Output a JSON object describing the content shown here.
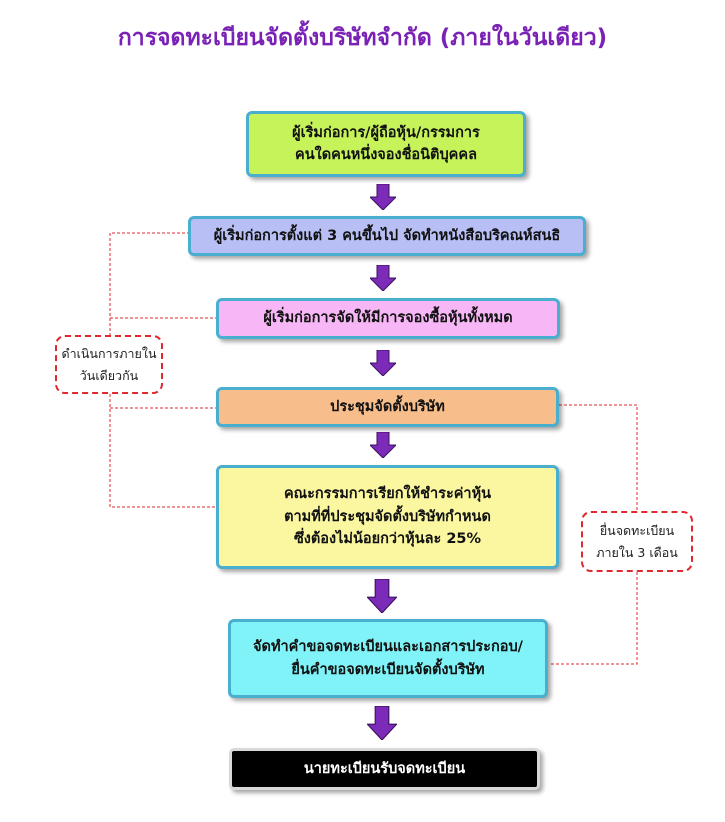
{
  "title": "การจดทะเบียนจัดตั้งบริษัทจำกัด (ภายในวันเดียว)",
  "steps": [
    {
      "lines": [
        "ผู้เริ่มก่อการ/ผู้ถือหุ้น/กรรมการ",
        "คนใดคนหนึ่งจองชื่อนิติบุคคล"
      ],
      "color": "#c6f25a"
    },
    {
      "lines": [
        "ผู้เริ่มก่อการตั้งแต่ 3 คนขึ้นไป  จัดทำหนังสือบริคณห์สนธิ"
      ],
      "color": "#b7bff5"
    },
    {
      "lines": [
        "ผู้เริ่มก่อการจัดให้มีการจองซื้อหุ้นทั้งหมด"
      ],
      "color": "#f7b6f5"
    },
    {
      "lines": [
        "ประชุมจัดตั้งบริษัท"
      ],
      "color": "#f7be8c"
    },
    {
      "lines": [
        "คณะกรรมการเรียกให้ชำระค่าหุ้น",
        "ตามที่ที่ประชุมจัดตั้งบริษัทกำหนด",
        "ซึ่งต้องไม่น้อยกว่าหุ้นละ 25%"
      ],
      "color": "#faf7a0"
    },
    {
      "lines": [
        "จัดทำคำขอจดทะเบียนและเอกสารประกอบ/",
        "ยื่นคำขอจดทะเบียนจัดตั้งบริษัท"
      ],
      "color": "#7ff3f7"
    },
    {
      "lines": [
        "นายทะเบียนรับจดทะเบียน"
      ],
      "color": "#000000"
    }
  ],
  "notes": {
    "left": [
      "ดำเนินการภายใน",
      "วันเดียวกัน"
    ],
    "right": [
      "ยื่นจดทะเบียน",
      "ภายใน 3 เดือน"
    ]
  },
  "colors": {
    "title": "#7a22b5",
    "arrow": "#7b2bb8",
    "box_border": "#4aaecf",
    "connector": "#e0282f"
  }
}
